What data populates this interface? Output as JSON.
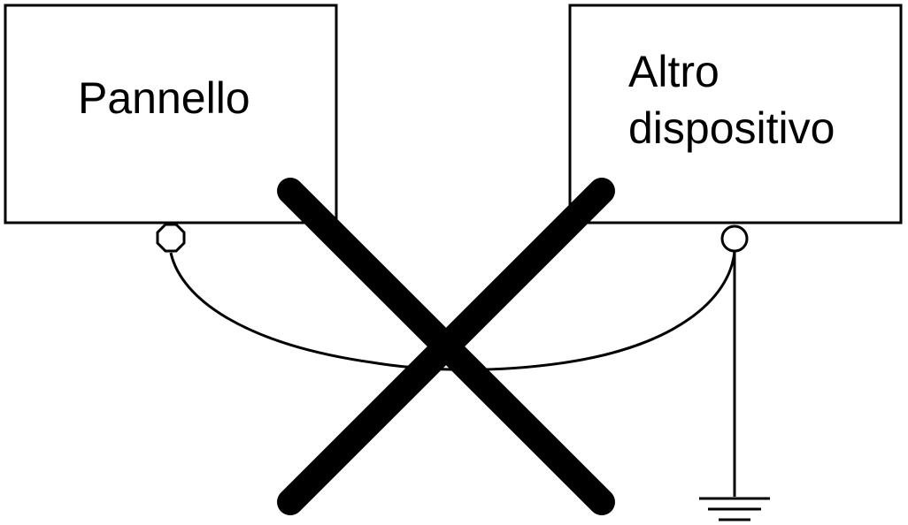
{
  "diagram": {
    "boxes": [
      {
        "lines": [
          "Pannello"
        ]
      },
      {
        "lines": [
          "Altro",
          "dispositivo"
        ]
      }
    ],
    "connection": "cable-between-ground-terminals",
    "prohibited_mark": "x-mark",
    "ground": "ground-symbol",
    "colors": {
      "stroke": "#000000",
      "background": "#ffffff"
    }
  }
}
